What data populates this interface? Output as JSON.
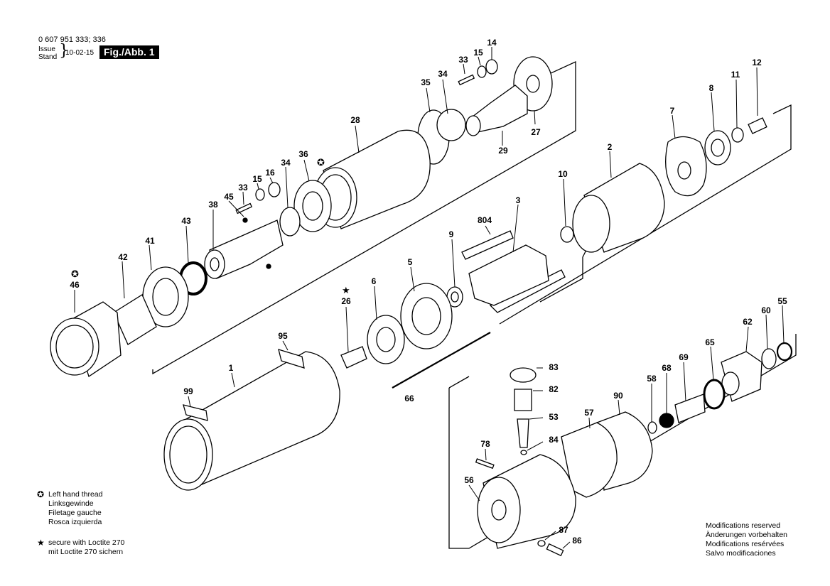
{
  "header": {
    "doc_number": "0 607 951 333; 336",
    "issue_label": "Issue",
    "stand_label": "Stand",
    "date": "10-02-15",
    "figure_label": "Fig./Abb. 1"
  },
  "legend": {
    "left_hand_symbol": "✪",
    "left_hand_lines": [
      "Left hand thread",
      "Linksgewinde",
      "Filetage gauche",
      "Rosca izquierda"
    ],
    "loctite_symbol": "★",
    "loctite_lines": [
      "secure with Loctite 270",
      "mit Loctite 270 sichern"
    ]
  },
  "modifications": [
    "Modifications reserved",
    "Änderungen vorbehalten",
    "Modifications resérvées",
    "Salvo modificaciones"
  ],
  "part_labels": [
    {
      "id": "14"
    },
    {
      "id": "15"
    },
    {
      "id": "33"
    },
    {
      "id": "34"
    },
    {
      "id": "35"
    },
    {
      "id": "27"
    },
    {
      "id": "29"
    },
    {
      "id": "28"
    },
    {
      "id": "36"
    },
    {
      "id": "16"
    },
    {
      "id": "15"
    },
    {
      "id": "34"
    },
    {
      "id": "33"
    },
    {
      "id": "45"
    },
    {
      "id": "38"
    },
    {
      "id": "43"
    },
    {
      "id": "41"
    },
    {
      "id": "42"
    },
    {
      "id": "46"
    },
    {
      "id": "12"
    },
    {
      "id": "11"
    },
    {
      "id": "8"
    },
    {
      "id": "7"
    },
    {
      "id": "2"
    },
    {
      "id": "10"
    },
    {
      "id": "3"
    },
    {
      "id": "804"
    },
    {
      "id": "9"
    },
    {
      "id": "5"
    },
    {
      "id": "6"
    },
    {
      "id": "26"
    },
    {
      "id": "95"
    },
    {
      "id": "1"
    },
    {
      "id": "99"
    },
    {
      "id": "66"
    },
    {
      "id": "55"
    },
    {
      "id": "60"
    },
    {
      "id": "62"
    },
    {
      "id": "65"
    },
    {
      "id": "69"
    },
    {
      "id": "68"
    },
    {
      "id": "58"
    },
    {
      "id": "90"
    },
    {
      "id": "57"
    },
    {
      "id": "83"
    },
    {
      "id": "82"
    },
    {
      "id": "53"
    },
    {
      "id": "84"
    },
    {
      "id": "78"
    },
    {
      "id": "56"
    },
    {
      "id": "87"
    },
    {
      "id": "86"
    }
  ]
}
